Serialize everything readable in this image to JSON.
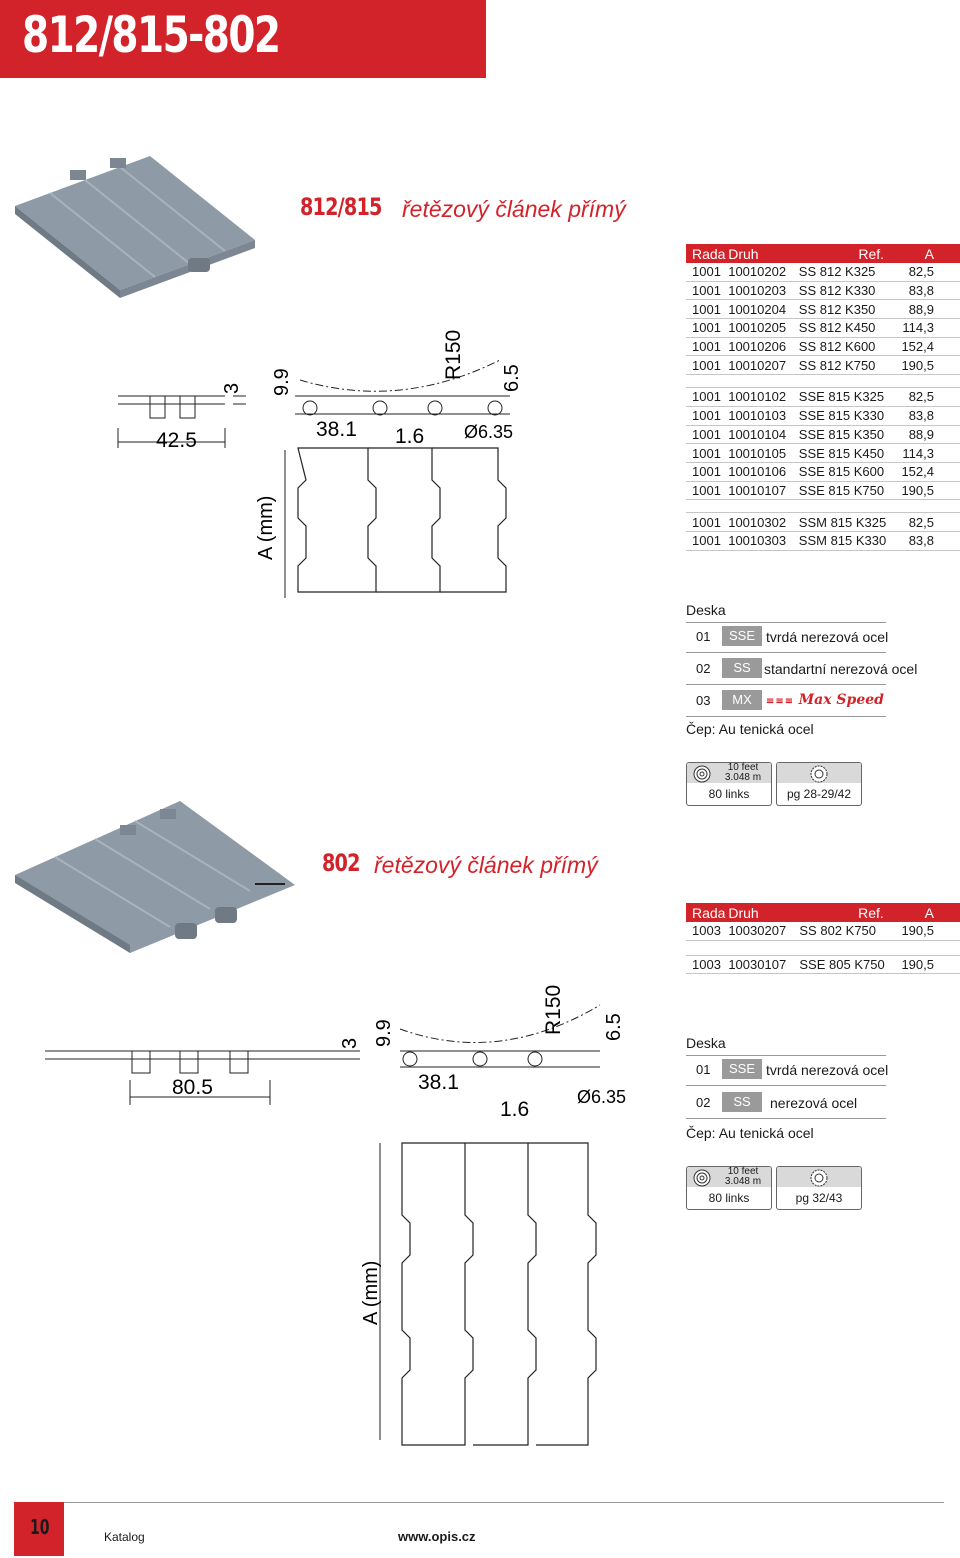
{
  "header": {
    "title": "812/815-802"
  },
  "section1": {
    "code": "812/815",
    "subtitle": "řetězový článek přímý",
    "table": {
      "headers": [
        "Rada",
        "Druh",
        "Ref.",
        "A"
      ],
      "groups": [
        [
          [
            "1001",
            "10010202",
            "SS 812 K325",
            "82,5"
          ],
          [
            "1001",
            "10010203",
            "SS 812 K330",
            "83,8"
          ],
          [
            "1001",
            "10010204",
            "SS 812 K350",
            "88,9"
          ],
          [
            "1001",
            "10010205",
            "SS 812 K450",
            "114,3"
          ],
          [
            "1001",
            "10010206",
            "SS 812 K600",
            "152,4"
          ],
          [
            "1001",
            "10010207",
            "SS 812 K750",
            "190,5"
          ]
        ],
        [
          [
            "1001",
            "10010102",
            "SSE 815 K325",
            "82,5"
          ],
          [
            "1001",
            "10010103",
            "SSE 815 K330",
            "83,8"
          ],
          [
            "1001",
            "10010104",
            "SSE 815 K350",
            "88,9"
          ],
          [
            "1001",
            "10010105",
            "SSE 815 K450",
            "114,3"
          ],
          [
            "1001",
            "10010106",
            "SSE 815 K600",
            "152,4"
          ],
          [
            "1001",
            "10010107",
            "SSE 815 K750",
            "190,5"
          ]
        ],
        [
          [
            "1001",
            "10010302",
            "SSM 815 K325",
            "82,5"
          ],
          [
            "1001",
            "10010303",
            "SSM 815 K330",
            "83,8"
          ]
        ]
      ]
    },
    "deska": {
      "title": "Deska",
      "items": [
        {
          "code": "01",
          "mat": "SSE",
          "desc": "tvrdá nerezová ocel"
        },
        {
          "code": "02",
          "mat": "SS",
          "desc": "standartní nerezová ocel"
        },
        {
          "code": "03",
          "mat": "MX",
          "desc": "Max Speed"
        }
      ]
    },
    "pin": "Čep: Au tenická ocel",
    "badges": {
      "feet": "10 feet",
      "meters": "3.048 m",
      "links": "80 links",
      "pages": "pg 28-29/42"
    },
    "drawing": {
      "width": "42.5",
      "thickness": "3",
      "height": "9.9",
      "pitch": "38.1",
      "gap": "1.6",
      "pin_dia": "Ø6.35",
      "radius": "R150 (mm)",
      "hinge": "6.5",
      "axis": "A (mm)"
    }
  },
  "section2": {
    "code": "802",
    "subtitle": "řetězový článek přímý",
    "table": {
      "headers": [
        "Rada",
        "Druh",
        "Ref.",
        "A"
      ],
      "groups": [
        [
          [
            "1003",
            "10030207",
            "SS 802 K750",
            "190,5"
          ]
        ],
        [
          [
            "1003",
            "10030107",
            "SSE 805 K750",
            "190,5"
          ]
        ]
      ]
    },
    "deska": {
      "title": "Deska",
      "items": [
        {
          "code": "01",
          "mat": "SSE",
          "desc": "tvrdá nerezová ocel"
        },
        {
          "code": "02",
          "mat": "SS",
          "desc": "nerezová ocel"
        }
      ]
    },
    "pin": "Čep: Au tenická ocel",
    "badges": {
      "feet": "10 feet",
      "meters": "3.048 m",
      "links": "80 links",
      "pages": "pg 32/43"
    },
    "drawing": {
      "width": "80.5",
      "thickness": "3",
      "height": "9.9",
      "pitch": "38.1",
      "gap": "1.6",
      "pin_dia": "Ø6.35",
      "radius": "R150 (mm)",
      "hinge": "6.5",
      "axis": "A (mm)"
    }
  },
  "footer": {
    "page": "10",
    "catalog": "Katalog",
    "website": "www.opis.cz"
  },
  "colors": {
    "brand_red": "#d2232a",
    "material_grey": "#9a9a9a",
    "product_grey": "#8e9aa6"
  }
}
